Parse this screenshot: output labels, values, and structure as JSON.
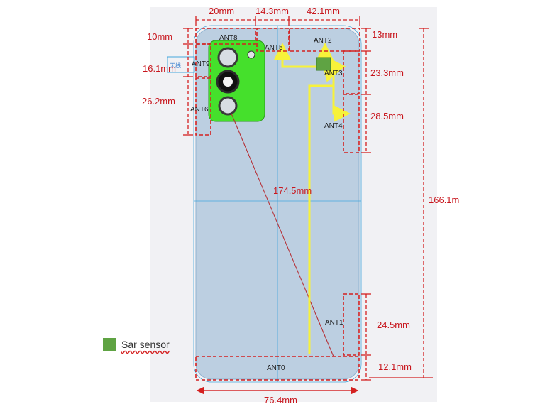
{
  "colors": {
    "phone_body": "#bccfe1",
    "camera_module": "#45e02c",
    "feed_path": "#f7f23a",
    "sar_sensor": "#5fa343",
    "dimension": "#d42020",
    "guide": "#45a6dc"
  },
  "antennas": [
    "ANT8",
    "ANT5",
    "ANT2",
    "ANT9",
    "ANT3",
    "ANT6",
    "ANT4",
    "ANT1",
    "ANT0"
  ],
  "dimensions": {
    "top_left_width": "20mm",
    "top_mid_width": "14.3mm",
    "top_right_width": "42.1mm",
    "left_ant8": "10mm",
    "left_ant9": "16.1mm",
    "left_ant6": "26.2mm",
    "right_ant2": "13mm",
    "right_ant3": "23.3mm",
    "right_ant4": "28.5mm",
    "right_ant1": "24.5mm",
    "right_ant0": "12.1mm",
    "diagonal": "174.5mm",
    "overall_height": "166.1m",
    "overall_width": "76.4mm"
  },
  "camera_label": "天线",
  "legend": {
    "label": "Sar sensor"
  }
}
